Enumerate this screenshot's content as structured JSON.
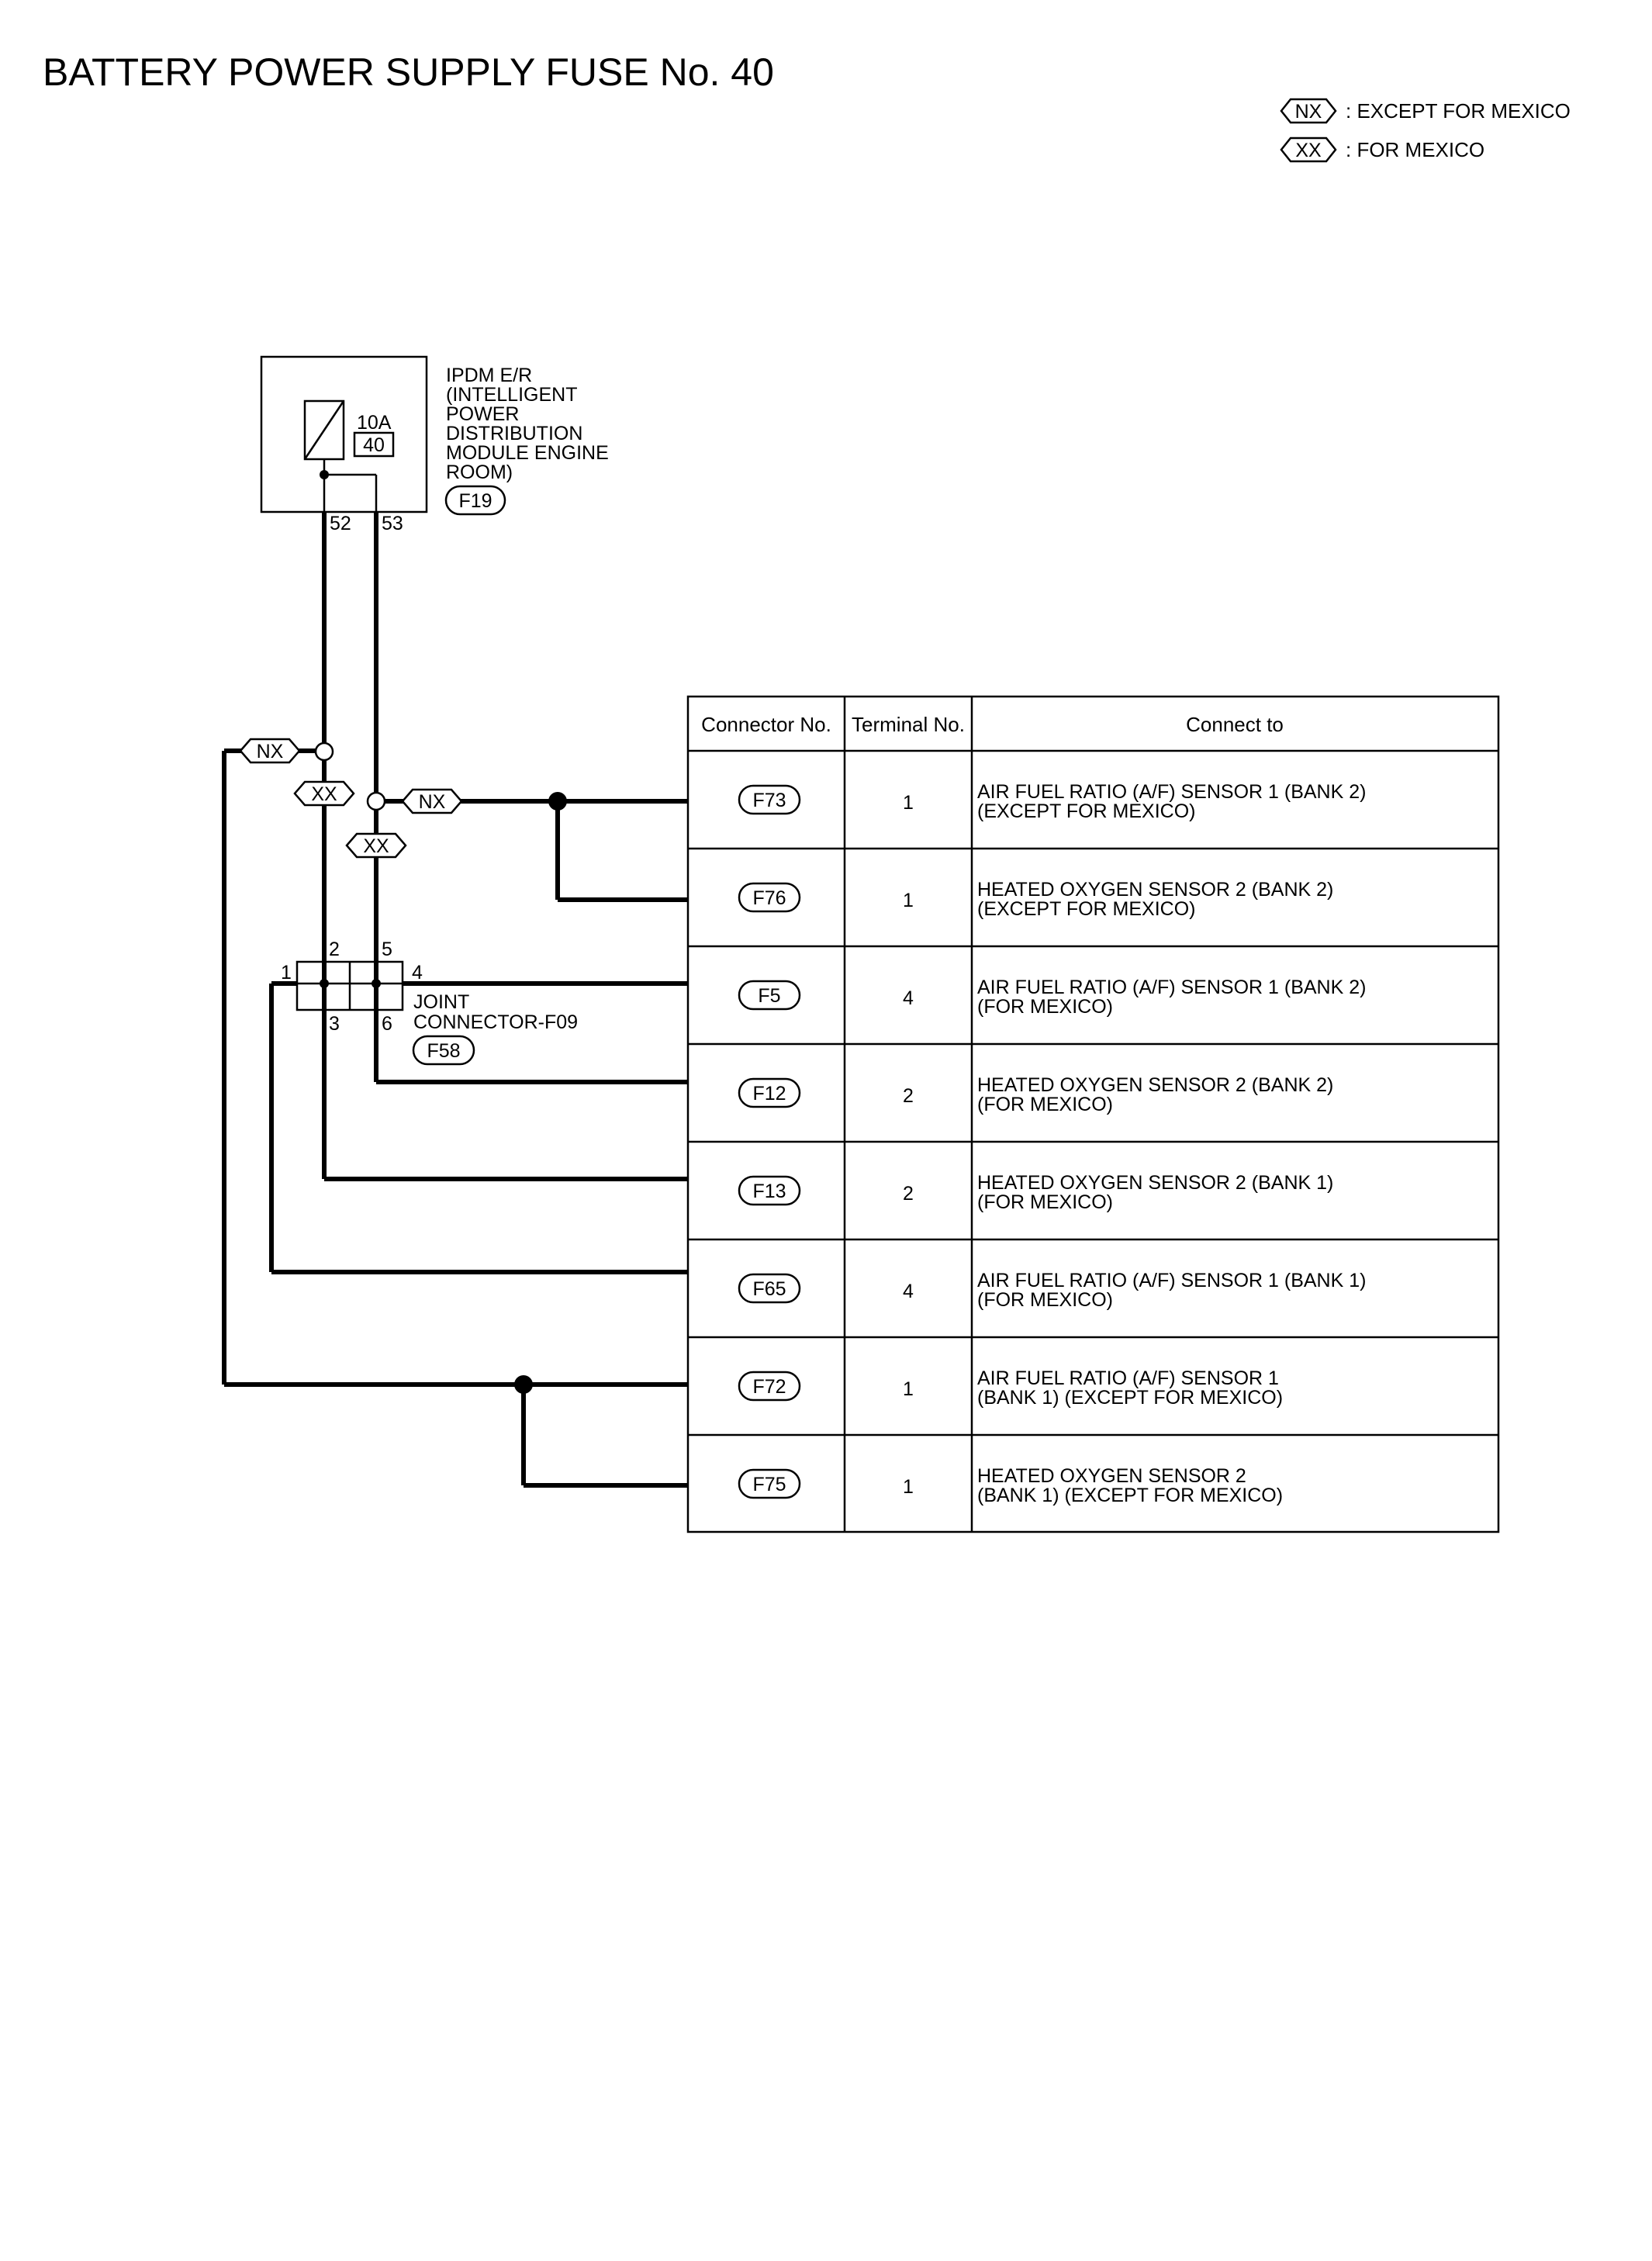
{
  "title": "BATTERY POWER SUPPLY FUSE No. 40",
  "legend": [
    {
      "code": "NX",
      "text": ": EXCEPT FOR MEXICO"
    },
    {
      "code": "XX",
      "text": ": FOR MEXICO"
    }
  ],
  "ipdm": {
    "lines": [
      "IPDM E/R",
      "(INTELLIGENT",
      "POWER",
      "DISTRIBUTION",
      "MODULE ENGINE",
      "ROOM)"
    ],
    "connector": "F19",
    "fuse_rating": "10A",
    "fuse_number": "40",
    "terminals": [
      "52",
      "53"
    ]
  },
  "joint": {
    "lines": [
      "JOINT",
      "CONNECTOR-F09"
    ],
    "connector": "F58",
    "pins": [
      "1",
      "2",
      "3",
      "4",
      "5",
      "6"
    ]
  },
  "wire_tags": {
    "nx_left": "NX",
    "xx_left": "XX",
    "xx_right": "XX",
    "nx_right": "NX"
  },
  "table": {
    "headers": [
      "Connector No.",
      "Terminal No.",
      "Connect to"
    ],
    "rows": [
      {
        "connector": "F73",
        "terminal": "1",
        "lines": [
          "AIR FUEL RATIO (A/F) SENSOR 1 (BANK 2)",
          "(EXCEPT FOR MEXICO)"
        ]
      },
      {
        "connector": "F76",
        "terminal": "1",
        "lines": [
          "HEATED OXYGEN SENSOR 2 (BANK 2)",
          "(EXCEPT FOR MEXICO)"
        ]
      },
      {
        "connector": "F5",
        "terminal": "4",
        "lines": [
          "AIR FUEL RATIO (A/F) SENSOR 1 (BANK 2)",
          "(FOR MEXICO)"
        ]
      },
      {
        "connector": "F12",
        "terminal": "2",
        "lines": [
          "HEATED OXYGEN SENSOR 2 (BANK 2)",
          "(FOR MEXICO)"
        ]
      },
      {
        "connector": "F13",
        "terminal": "2",
        "lines": [
          "HEATED OXYGEN SENSOR 2 (BANK 1)",
          "(FOR MEXICO)"
        ]
      },
      {
        "connector": "F65",
        "terminal": "4",
        "lines": [
          "AIR FUEL RATIO (A/F) SENSOR 1 (BANK 1)",
          "(FOR MEXICO)"
        ]
      },
      {
        "connector": "F72",
        "terminal": "1",
        "lines": [
          "AIR FUEL RATIO (A/F) SENSOR 1",
          "(BANK 1) (EXCEPT FOR MEXICO)"
        ]
      },
      {
        "connector": "F75",
        "terminal": "1",
        "lines": [
          "HEATED OXYGEN SENSOR 2",
          "(BANK 1) (EXCEPT FOR MEXICO)"
        ]
      }
    ]
  }
}
